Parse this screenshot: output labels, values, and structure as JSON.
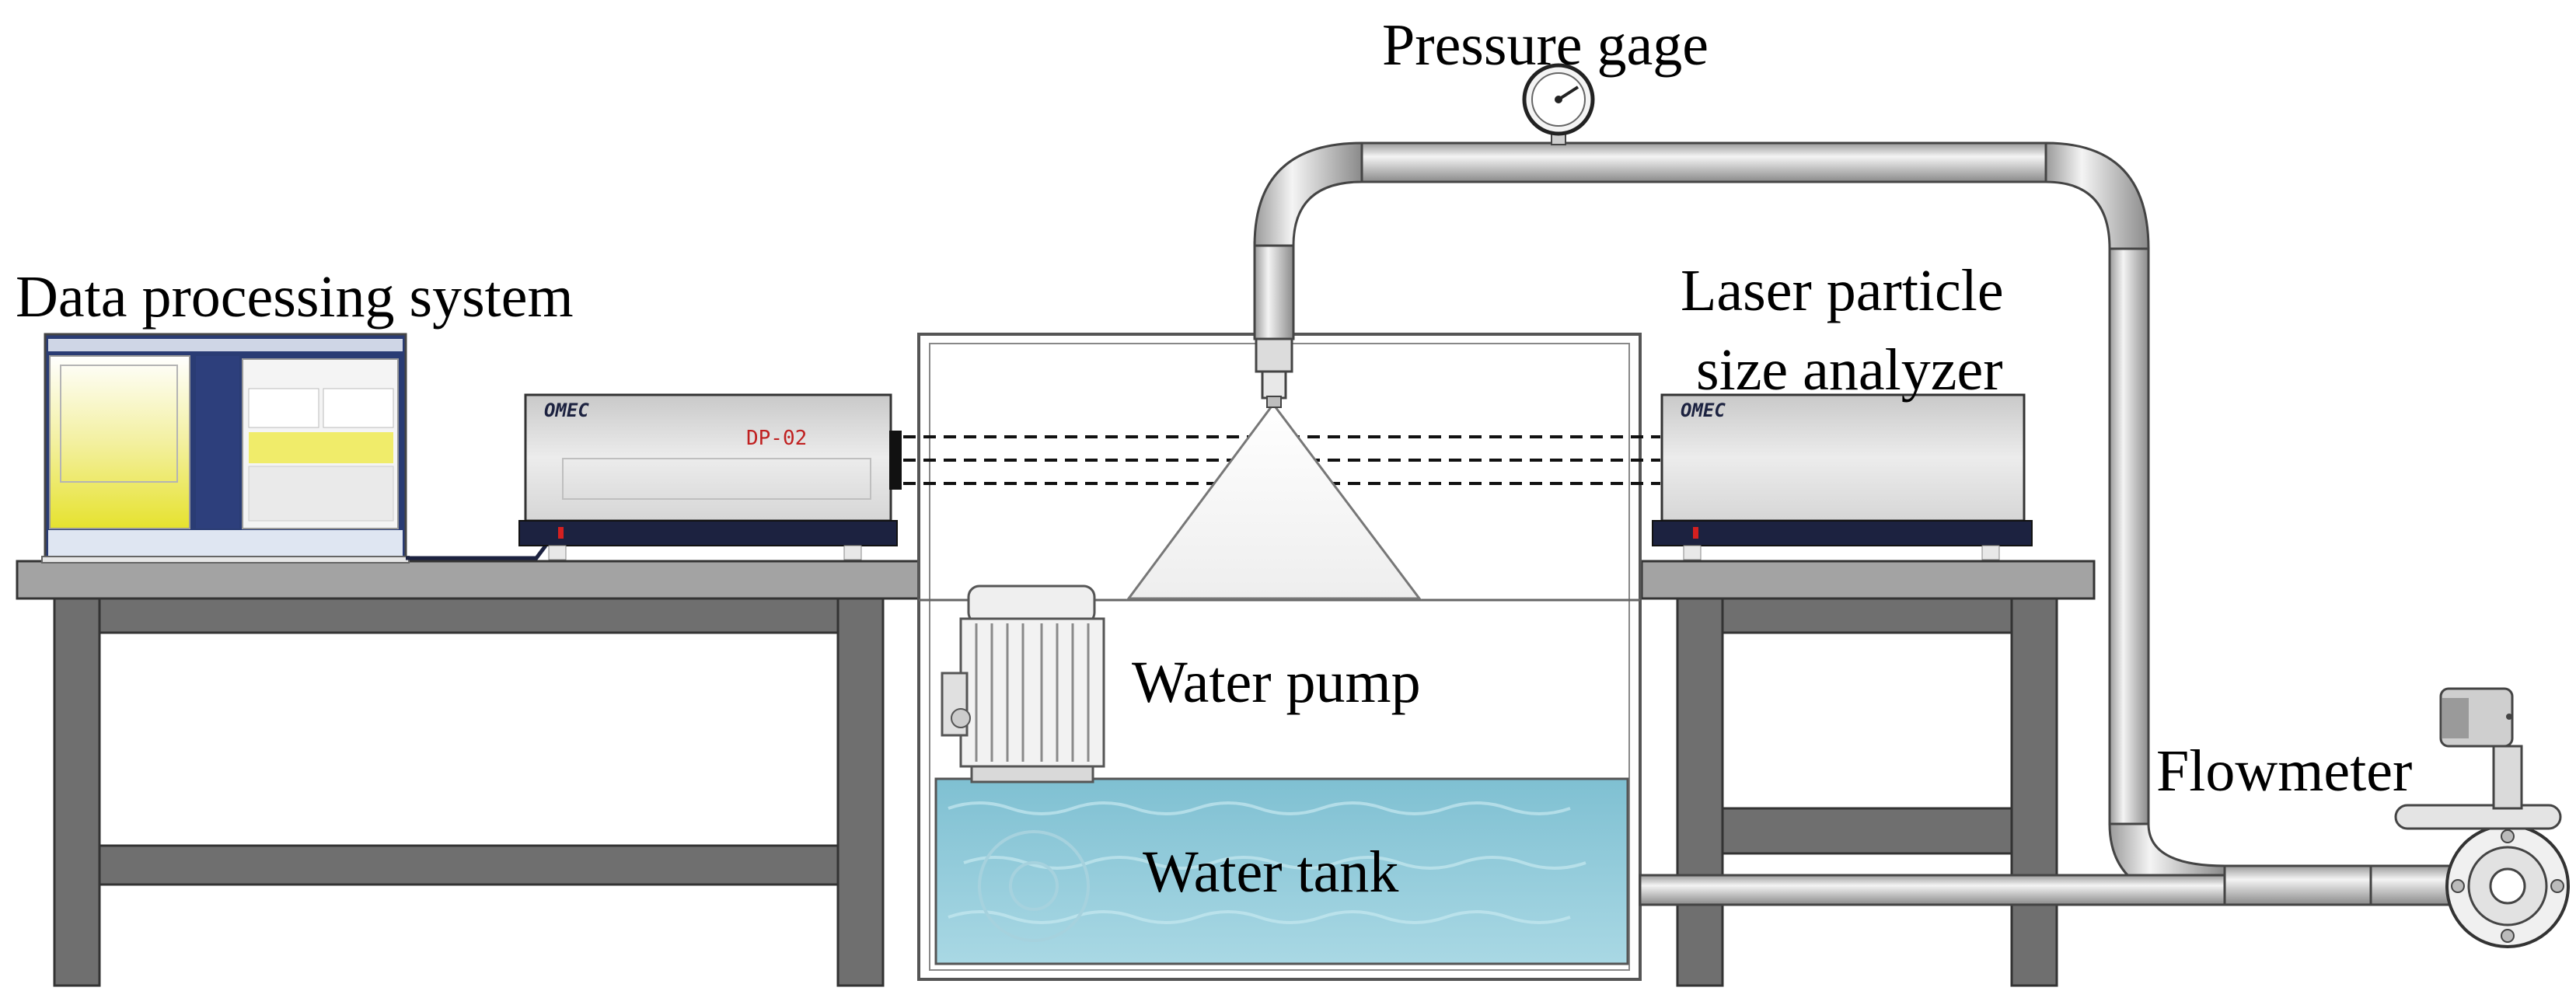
{
  "labels": {
    "pressure_gage": "Pressure gage",
    "data_processing": "Data processing system",
    "laser_line1": "Laser particle",
    "laser_line2": "size analyzer",
    "water_pump": "Water pump",
    "water_tank": "Water tank",
    "flowmeter": "Flowmeter"
  },
  "device_text": {
    "emitter_model": "DP-02",
    "brand": "OMEC"
  },
  "colors": {
    "table": "#6f6f6f",
    "table_top": "#9a9a9a",
    "device_body": "#dcdcdc",
    "device_base": "#1c2240",
    "water": "#8cc8d8",
    "pipe": "#d8d8d8",
    "laser_line": "#111111"
  }
}
